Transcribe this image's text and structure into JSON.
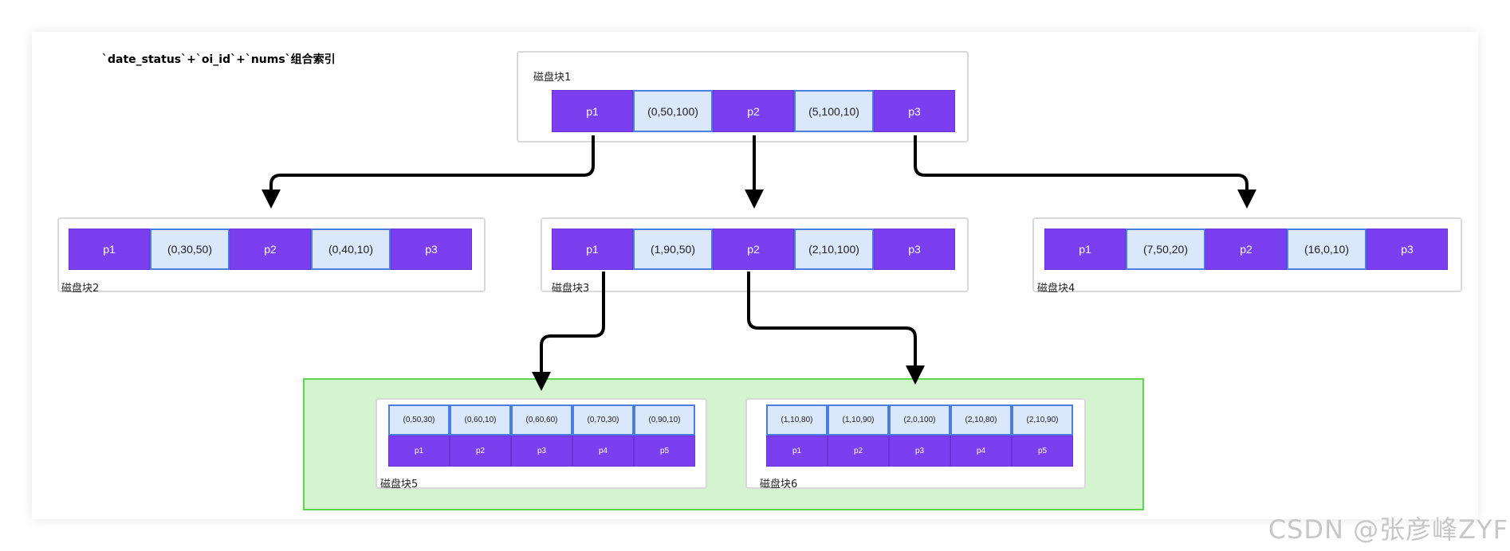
{
  "title": "`date_status`+`oi_id`+`nums`组合索引",
  "blocks": {
    "b1": {
      "label": "磁盘块1",
      "cells": [
        "p1",
        "(0,50,100)",
        "p2",
        "(5,100,10)",
        "p3"
      ]
    },
    "b2": {
      "label": "磁盘块2",
      "cells": [
        "p1",
        "(0,30,50)",
        "p2",
        "(0,40,10)",
        "p3"
      ]
    },
    "b3": {
      "label": "磁盘块3",
      "cells": [
        "p1",
        "(1,90,50)",
        "p2",
        "(2,10,100)",
        "p3"
      ]
    },
    "b4": {
      "label": "磁盘块4",
      "cells": [
        "p1",
        "(7,50,20)",
        "p2",
        "(16,0,10)",
        "p3"
      ]
    },
    "b5": {
      "label": "磁盘块5",
      "keys": [
        "(0,50,30)",
        "(0,60,10)",
        "(0,60,60)",
        "(0,70,30)",
        "(0,90,10)"
      ],
      "ptrs": [
        "p1",
        "p2",
        "p3",
        "p4",
        "p5"
      ]
    },
    "b6": {
      "label": "磁盘块6",
      "keys": [
        "(1,10,80)",
        "(1,10,90)",
        "(2,0,100)",
        "(2,10,80)",
        "(2,10,90)"
      ],
      "ptrs": [
        "p1",
        "p2",
        "p3",
        "p4",
        "p5"
      ]
    }
  },
  "watermark": "CSDN @张彦峰ZYF",
  "colors": {
    "pointer": "#7b3ff0",
    "key": "#dbe7fb",
    "key_border": "#4a7fe0",
    "leaf_region": "#d4f3cf",
    "leaf_border": "#5fd44f"
  }
}
